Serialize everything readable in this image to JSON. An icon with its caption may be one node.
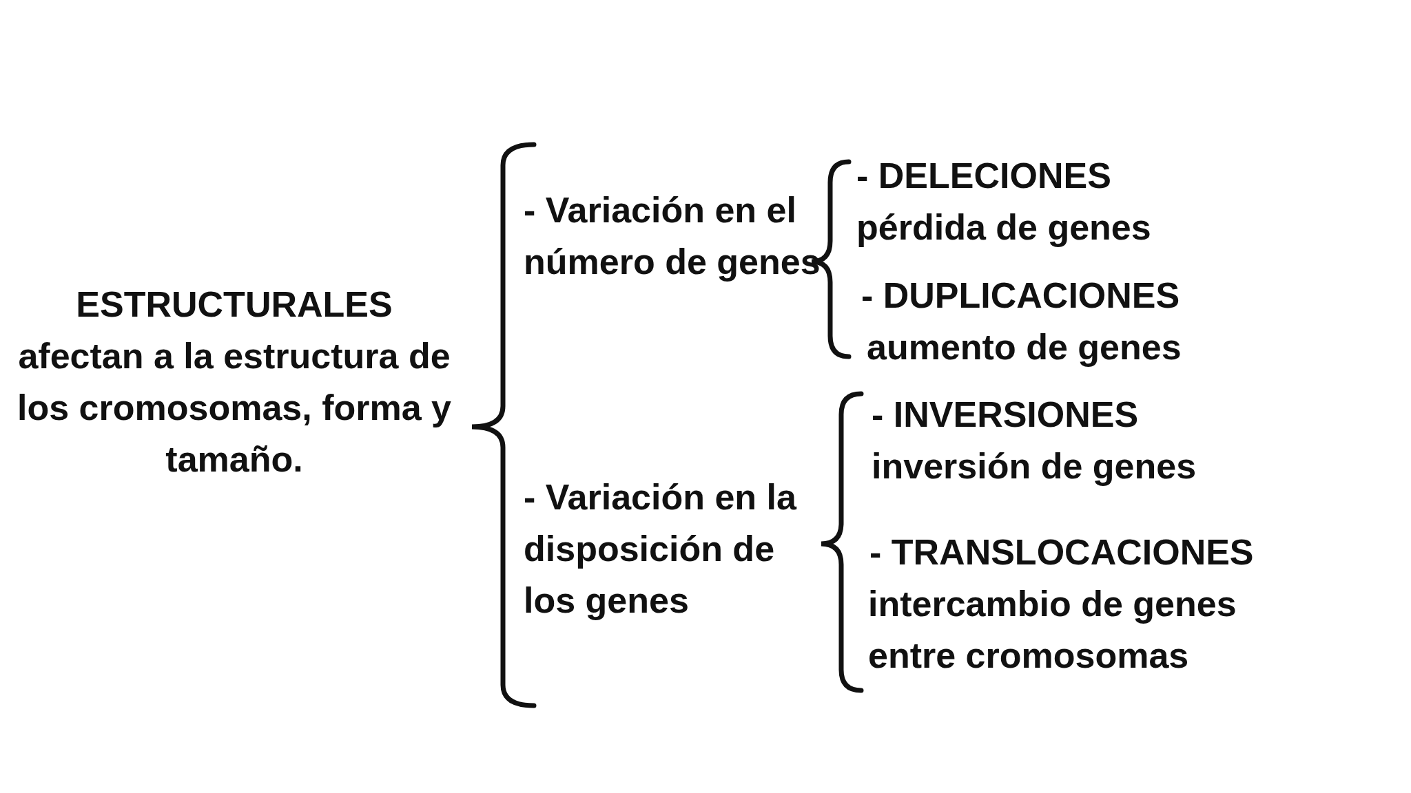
{
  "diagram": {
    "labels": [
      "ESTRUCTURALES",
      "afectan a la estructura de los cromosomas, forma y tamaño.",
      "- Variación en el número de genes",
      "- Variación en la disposición de los genes",
      "- DELECIONES",
      "pérdida de genes",
      "- DUPLICACIONES",
      "aumento de genes",
      "- INVERSIONES",
      "inversión de genes",
      "- TRANSLOCACIONES",
      "intercambio de genes entre cromosomas"
    ]
  }
}
